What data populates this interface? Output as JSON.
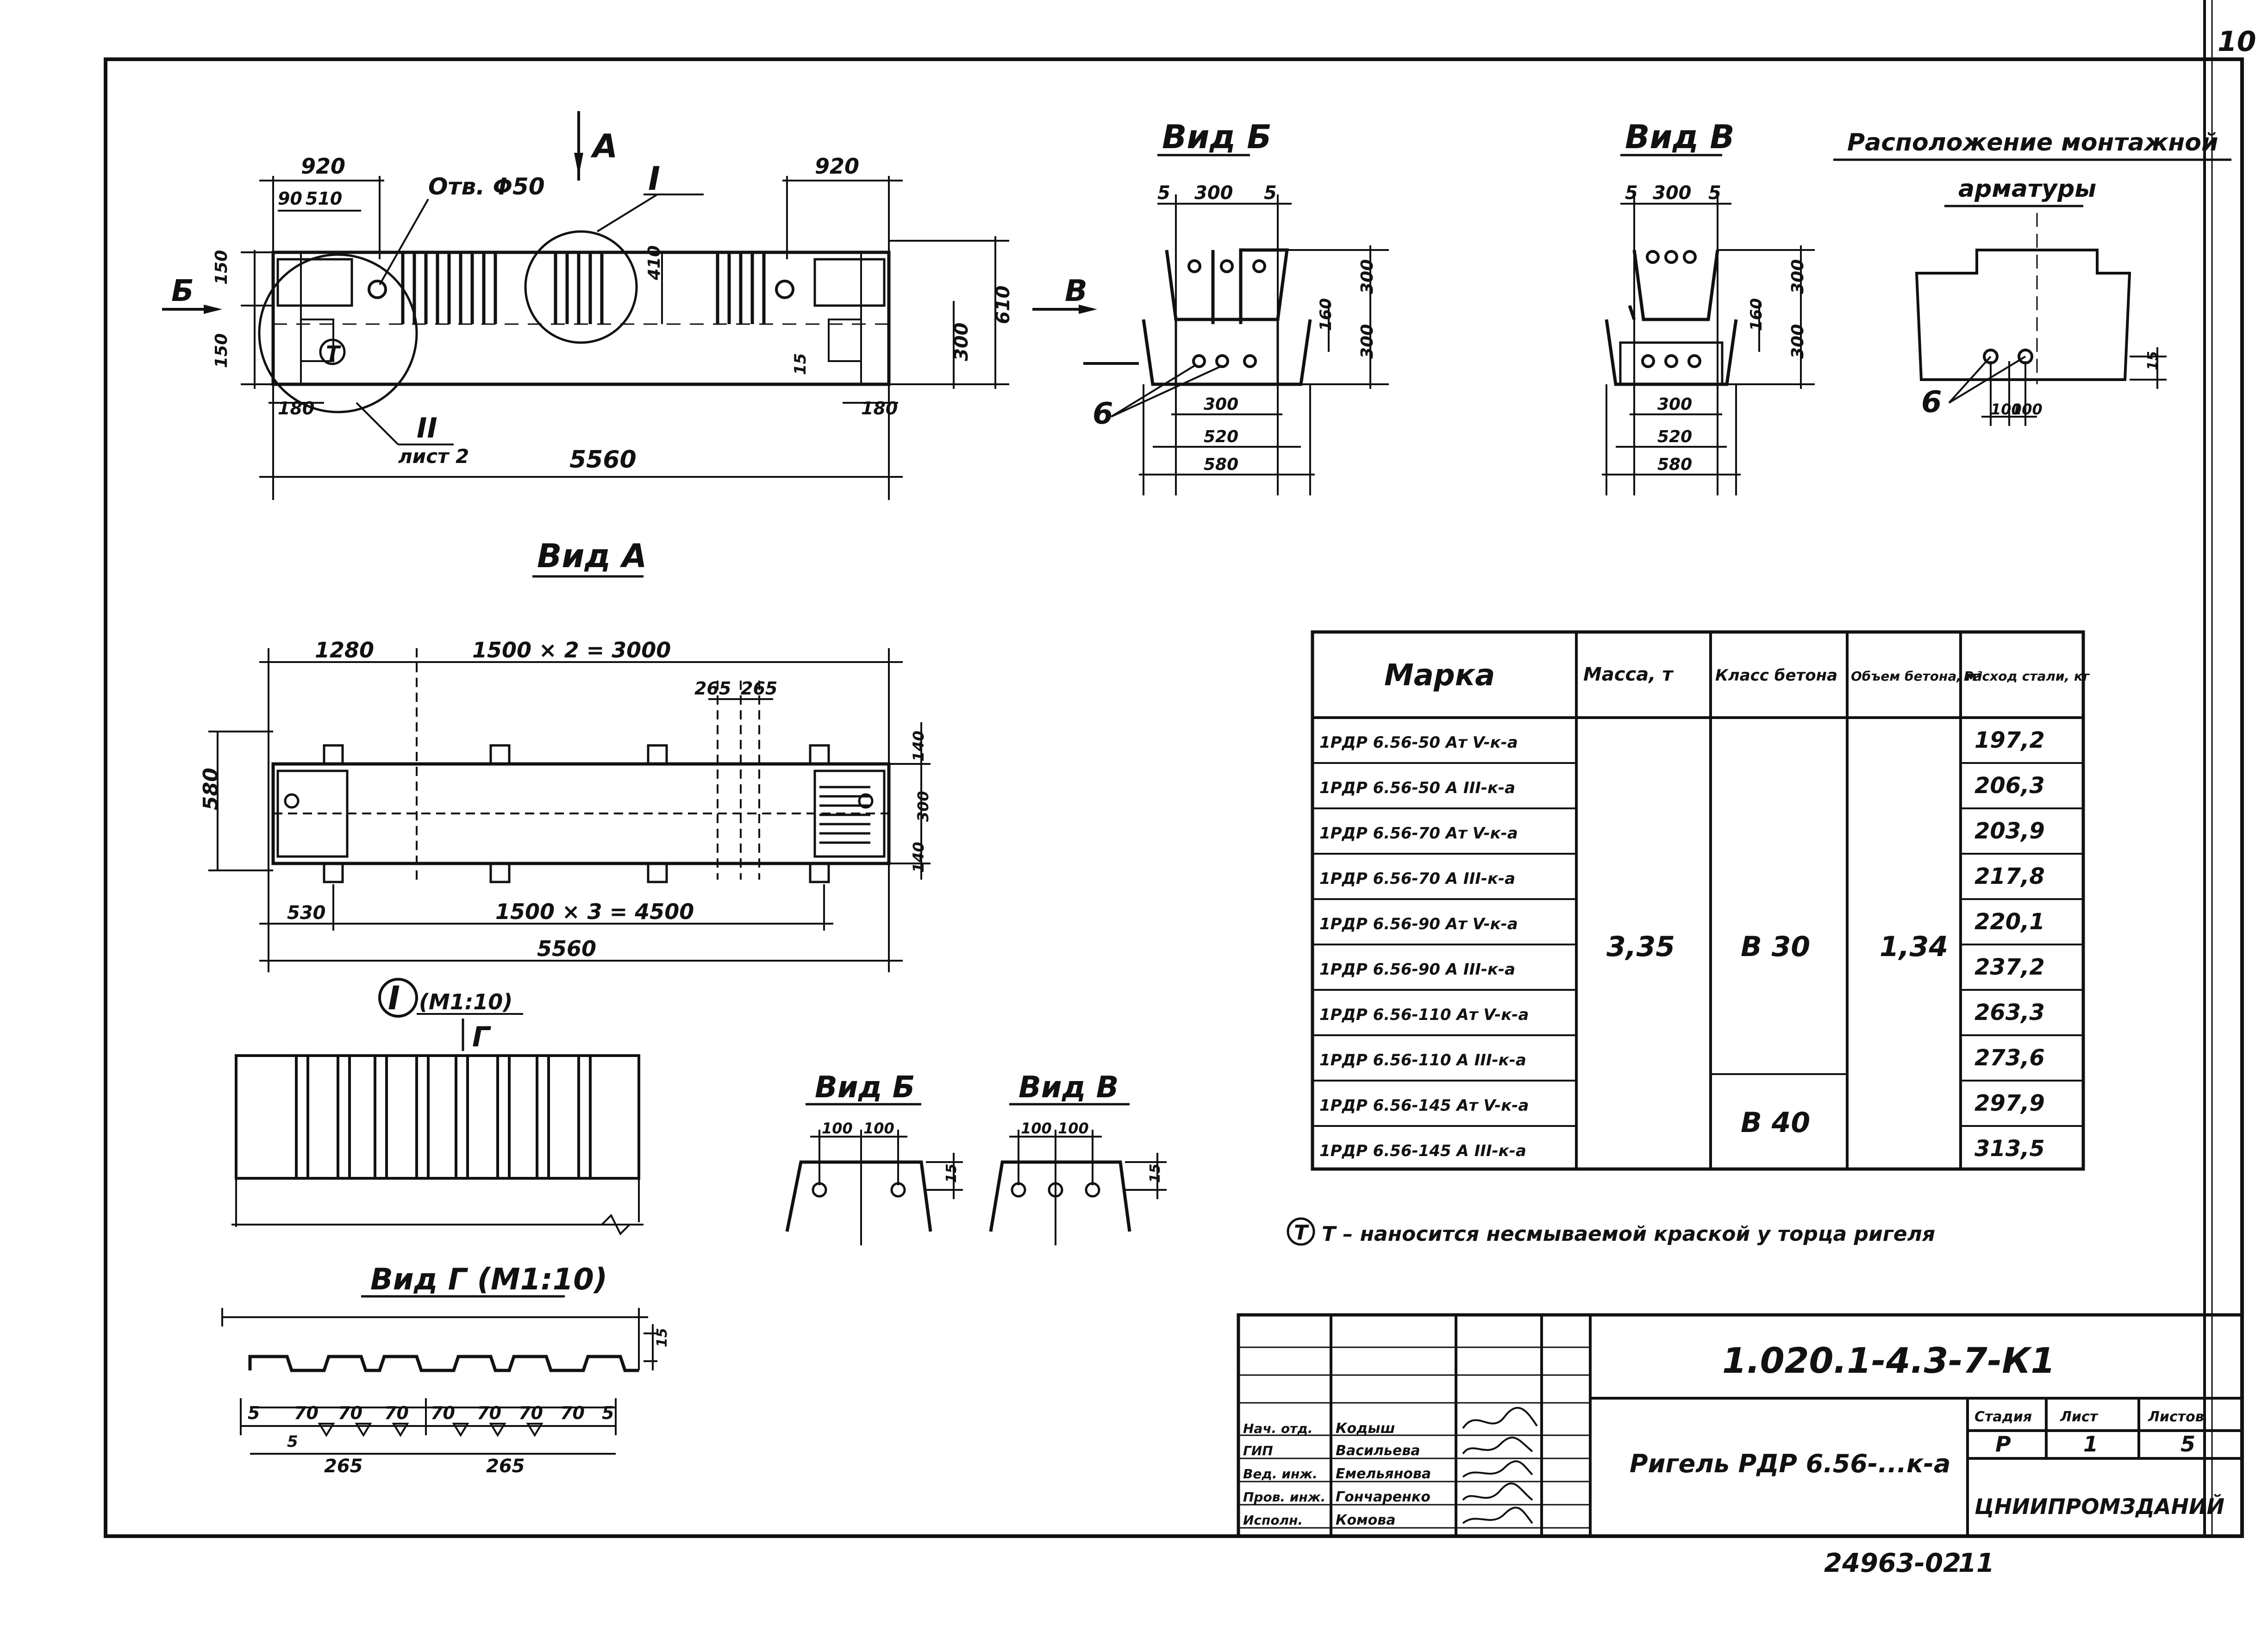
{
  "sheet": {
    "corner_number": "10",
    "bottom_code": "24963-02",
    "bottom_number": "11"
  },
  "main_view": {
    "dims": {
      "left_top": "920",
      "right_top": "920",
      "small_90": "90",
      "small_510": "510",
      "hole_label": "Отв. Φ50",
      "h_150_top": "150",
      "h_150_bot": "150",
      "h_410": "410",
      "bottom_180_left": "180",
      "bottom_180_right": "180",
      "total_length": "5560",
      "v_610": "610",
      "v_300": "300",
      "v_15": "15"
    },
    "section_mark": "А",
    "arrow_b": "Б",
    "callout_I": "I",
    "callout_II": "II",
    "callout_II_sheet": "лист 2",
    "t_mark": "Т"
  },
  "view_b": {
    "title": "Вид Б",
    "d5a": "5",
    "d300": "300",
    "d5b": "5",
    "d_inner": "300",
    "d520": "520",
    "d580": "580",
    "v300a": "300",
    "v300b": "300",
    "v160": "160",
    "leader": "6"
  },
  "view_v": {
    "title": "Вид В",
    "arrow": "В",
    "d5a": "5",
    "d300": "300",
    "d5b": "5",
    "d_inner": "300",
    "d520": "520",
    "d580": "580",
    "v300a": "300",
    "v300b": "300",
    "v160": "160"
  },
  "mounting": {
    "title_1": "Расположение монтажной",
    "title_2": "арматуры",
    "leader": "6",
    "d1": "100",
    "d2": "100",
    "v": "15"
  },
  "view_a": {
    "title": "Вид А",
    "d1280": "1280",
    "d_spans": "1500 × 2 = 3000",
    "d265a": "265",
    "d265b": "265",
    "d580": "580",
    "d140a": "140",
    "d300": "300",
    "d140b": "140",
    "d530": "530",
    "d_spans2": "1500 × 3 = 4500",
    "d5560": "5560"
  },
  "detail_I": {
    "mark": "I",
    "scale": "(М1:10)",
    "arrow": "Г"
  },
  "small_b": {
    "title": "Вид Б",
    "d1": "100",
    "d2": "100",
    "v": "15"
  },
  "small_v": {
    "title": "Вид В",
    "d1": "100",
    "d2": "100",
    "v": "15"
  },
  "view_g": {
    "title": "Вид Г (М1:10)",
    "dims": [
      "5",
      "70",
      "70",
      "70",
      "70",
      "70",
      "70",
      "70",
      "5"
    ],
    "five": "5",
    "d265a": "265",
    "d265b": "265",
    "v": "15"
  },
  "spec_table": {
    "headers": [
      "Марка",
      "Масса, т",
      "Класс бетона",
      "Объем бетона, м³",
      "Расход стали, кг"
    ],
    "rows": [
      {
        "mark": "1РДР 6.56-50 Ат V-к-а",
        "steel": "197,2"
      },
      {
        "mark": "1РДР 6.56-50 А III-к-а",
        "steel": "206,3"
      },
      {
        "mark": "1РДР 6.56-70 Ат V-к-а",
        "steel": "203,9"
      },
      {
        "mark": "1РДР 6.56-70 А III-к-а",
        "steel": "217,8"
      },
      {
        "mark": "1РДР 6.56-90 Ат V-к-а",
        "steel": "220,1"
      },
      {
        "mark": "1РДР 6.56-90 А III-к-а",
        "steel": "237,2"
      },
      {
        "mark": "1РДР 6.56-110 Ат V-к-а",
        "steel": "263,3"
      },
      {
        "mark": "1РДР 6.56-110 А III-к-а",
        "steel": "273,6"
      },
      {
        "mark": "1РДР 6.56-145 Ат V-к-а",
        "steel": "297,9"
      },
      {
        "mark": "1РДР 6.56-145 А III-к-а",
        "steel": "313,5"
      }
    ],
    "mass": "3,35",
    "class1": "В 30",
    "class2": "В 40",
    "volume": "1,34"
  },
  "note": "Т – наносится несмываемой краской у торца ригеля",
  "note_mark": "Т",
  "title_block": {
    "doc_code": "1.020.1-4.3-7-К1",
    "name": "Ригель РДР 6.56-...к-а",
    "stage_label": "Стадия",
    "sheet_label": "Лист",
    "sheets_label": "Листов",
    "stage": "Р",
    "sheet": "1",
    "sheets": "5",
    "org": "ЦНИИПРОМЗДАНИЙ",
    "roles": [
      "Нач. отд.",
      "ГИП",
      "Вед. инж.",
      "Пров. инж.",
      "Исполн."
    ],
    "names": [
      "Кодыш",
      "Васильева",
      "Емельянова",
      "Гончаренко",
      "Комова"
    ]
  }
}
